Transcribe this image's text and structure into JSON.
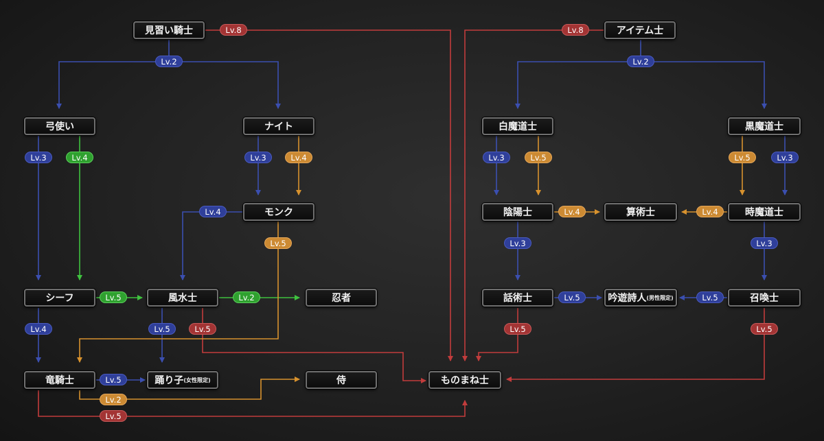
{
  "colors": {
    "blue": "#3b4fb0",
    "green": "#3fc23f",
    "orange": "#d8922e",
    "red": "#c23c3c"
  },
  "jobs": {
    "squire": "見習い騎士",
    "archer": "弓使い",
    "knight": "ナイト",
    "monk": "モンク",
    "thief": "シーフ",
    "geomancer": "風水士",
    "ninja": "忍者",
    "dragoon": "竜騎士",
    "dancer": "踊り子",
    "dancer_note": "(女性限定)",
    "samurai": "侍",
    "mime": "ものまね士",
    "chemist": "アイテム士",
    "white_mage": "白魔道士",
    "black_mage": "黒魔道士",
    "mystic": "陰陽士",
    "arithmetician": "算術士",
    "time_mage": "時魔道士",
    "orator": "話術士",
    "bard": "吟遊詩人",
    "bard_note": "(男性限定)",
    "summoner": "召喚士"
  },
  "levels": {
    "squire_mime": "Lv.8",
    "squire_split": "Lv.2",
    "archer_thief": "Lv.3",
    "archer_thief_green": "Lv.4",
    "knight_monk": "Lv.3",
    "knight_monk_orange": "Lv.4",
    "monk_geomancer": "Lv.4",
    "monk_dragoon": "Lv.5",
    "thief_geomancer": "Lv.5",
    "geomancer_ninja": "Lv.2",
    "thief_dragoon": "Lv.4",
    "geomancer_dancer": "Lv.5",
    "geomancer_mime": "Lv.5",
    "dragoon_dancer": "Lv.5",
    "dragoon_samurai": "Lv.2",
    "dragoon_mime": "Lv.5",
    "chemist_mime": "Lv.8",
    "chemist_split": "Lv.2",
    "white_mystic": "Lv.3",
    "white_mystic_orange": "Lv.5",
    "black_time_orange": "Lv.5",
    "black_time": "Lv.3",
    "mystic_arith": "Lv.4",
    "time_arith": "Lv.4",
    "mystic_orator": "Lv.3",
    "time_summoner": "Lv.3",
    "orator_bard": "Lv.5",
    "summoner_bard": "Lv.5",
    "orator_mime": "Lv.5",
    "summoner_mime": "Lv.5"
  }
}
